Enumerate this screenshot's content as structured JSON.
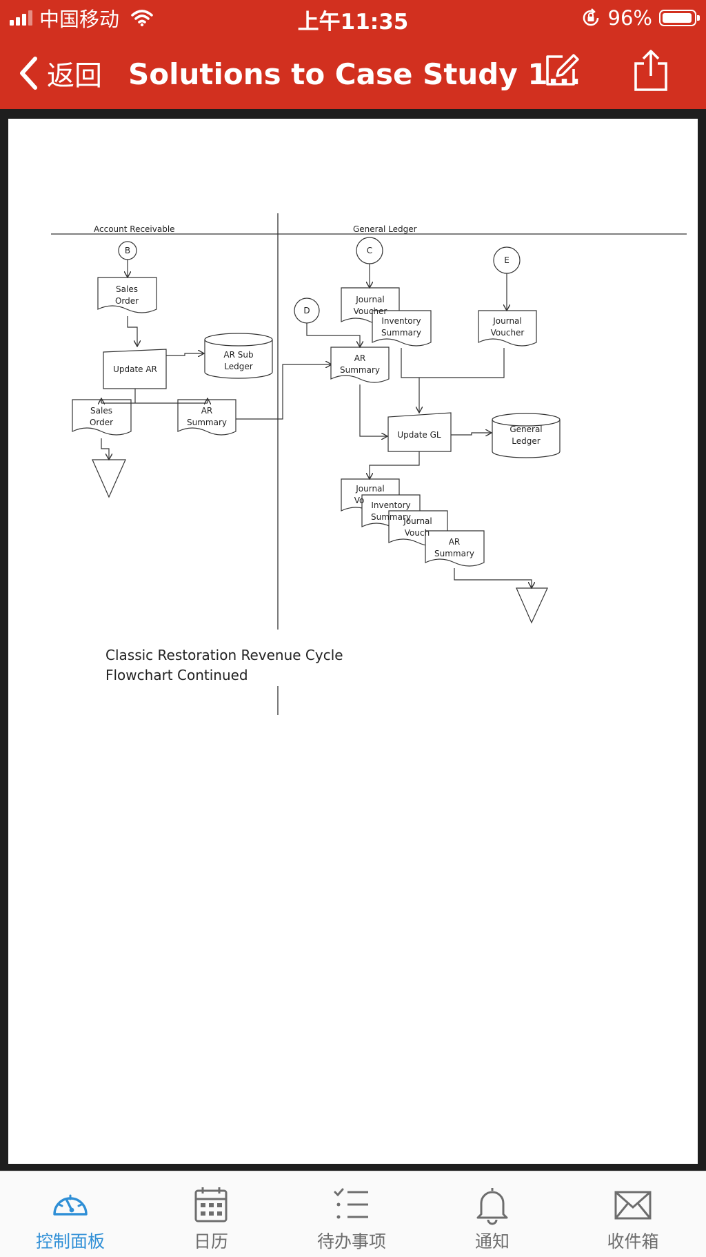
{
  "status_bar": {
    "carrier": "中国移动",
    "time": "上午11:35",
    "battery_percent": "96%",
    "battery_level": 0.96,
    "icons": [
      "signal-icon",
      "wifi-icon",
      "orientation-lock-icon",
      "battery-icon"
    ]
  },
  "nav": {
    "back_label": "返回",
    "title": "Solutions to Case Study 1...",
    "edit_icon": "edit-icon",
    "share_icon": "share-icon",
    "bar_color": "#d2301f"
  },
  "document": {
    "lanes": {
      "left": "Account  Receivable",
      "right": "General Ledger"
    },
    "connectors": {
      "b": "B",
      "c": "C",
      "d": "D",
      "e": "E"
    },
    "shapes": {
      "sales_order_top": [
        "Sales",
        "Order"
      ],
      "update_ar": "Update AR",
      "ar_sub_ledger": [
        "AR Sub",
        "Ledger"
      ],
      "sales_order_out": [
        "Sales",
        "Order"
      ],
      "ar_summary_left": [
        "AR",
        "Summary"
      ],
      "journal_voucher_c": [
        "Journal",
        "Voucher"
      ],
      "inventory_summary_top": [
        "Inventory",
        "Summary"
      ],
      "journal_voucher_e": [
        "Journal",
        "Voucher"
      ],
      "ar_summary_gl": [
        "AR",
        "Summary"
      ],
      "update_gl": "Update GL",
      "general_ledger": [
        "General",
        "Ledger"
      ],
      "out_journal_1": [
        "Journal",
        "Vo"
      ],
      "out_inventory": [
        "Inventory",
        "Summary"
      ],
      "out_journal_2": [
        "Journal",
        "Vouch"
      ],
      "out_ar_summary": [
        "AR",
        "Summary"
      ]
    },
    "caption": [
      "Classic Restoration Revenue Cycle",
      "Flowchart Continued"
    ]
  },
  "tabs": [
    {
      "label": "控制面板",
      "icon": "dashboard-icon",
      "active": true
    },
    {
      "label": "日历",
      "icon": "calendar-icon",
      "active": false
    },
    {
      "label": "待办事项",
      "icon": "todo-list-icon",
      "active": false
    },
    {
      "label": "通知",
      "icon": "bell-icon",
      "active": false
    },
    {
      "label": "收件箱",
      "icon": "mail-icon",
      "active": false
    }
  ],
  "colors": {
    "accent": "#2f8fd6",
    "tab_inactive": "#6d6d6d"
  }
}
